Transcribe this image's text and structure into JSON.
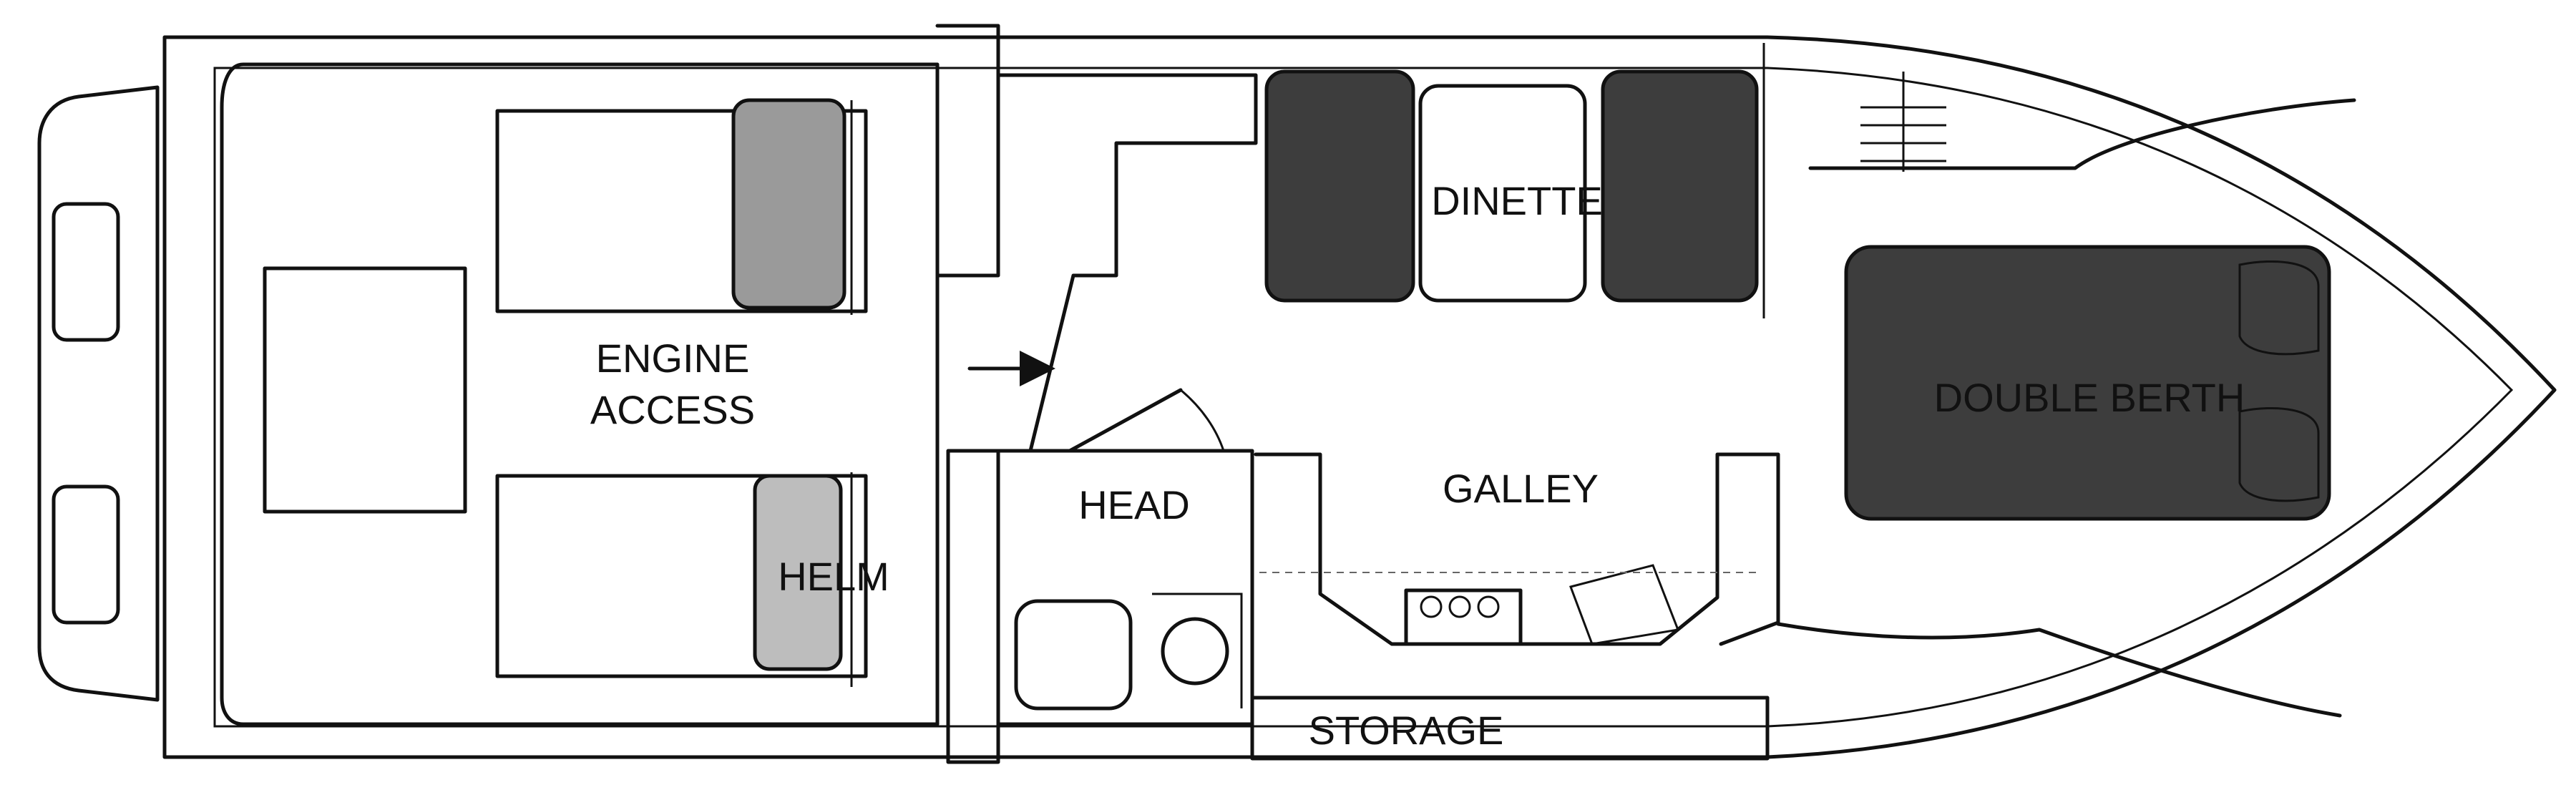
{
  "labels": {
    "engine_access_1": "ENGINE",
    "engine_access_2": "ACCESS",
    "helm": "HELM",
    "dinette": "DINETTE",
    "double_berth": "DOUBLE BERTH",
    "head": "HEAD",
    "galley": "GALLEY",
    "storage": "STORAGE"
  },
  "colors": {
    "line": "#111111",
    "dark_fill": "#3d3d3d",
    "medium_fill": "#9a9a9a",
    "light_fill": "#bdbdbd",
    "background": "#ffffff"
  }
}
